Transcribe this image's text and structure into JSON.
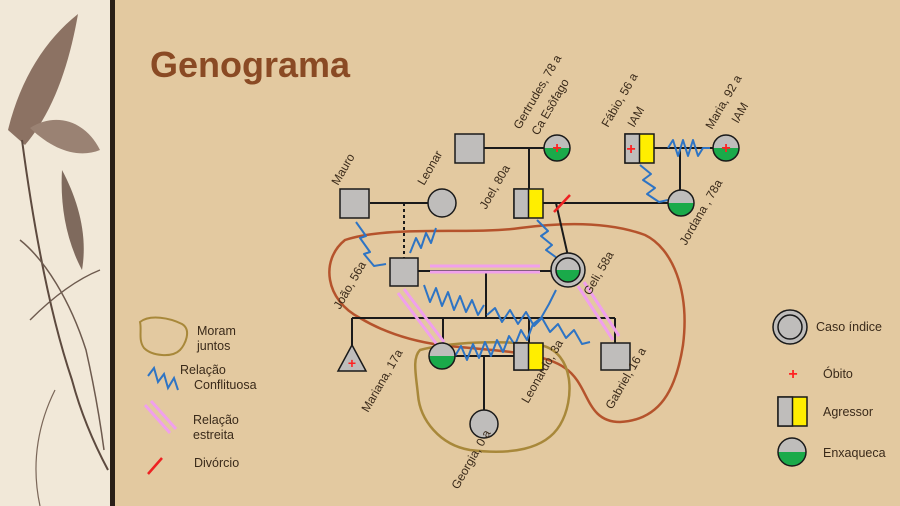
{
  "title": "Genograma",
  "people": {
    "gertrudes": "Gertrudes, 78 a",
    "gertrudes_note": "Ca Esôfago",
    "fabio": "Fábio, 56 a",
    "fabio_note": "IAM",
    "maria": "Maria, 92 a",
    "maria_note": "IAM",
    "mauro": "Mauro",
    "leonar": "Leonar",
    "joel": "Joel, 80a",
    "jordana": "Jordana , 78a",
    "joao": "João, 56a",
    "geli": "Geli, 58a",
    "mariana": "Mariana, 17a",
    "leonardo": "Leonardo, 3a",
    "gabriel": "Gabriel, 16 a",
    "georgia": "Georgia, 0 a"
  },
  "legend_left": {
    "moram_1": "Moram",
    "moram_2": "juntos",
    "conflito_1": "Relação",
    "conflito_2": "Conflituosa",
    "estreita_1": "Relação",
    "estreita_2": "estreita",
    "divorcio": "Divórcio"
  },
  "legend_right": {
    "caso": "Caso índice",
    "obito": "Óbito",
    "agressor": "Agressor",
    "enxaqueca": "Enxaqueca"
  },
  "colors": {
    "background": "#e3c9a0",
    "title": "#8a4a24",
    "node_fill": "#bfbdbb",
    "aggressor": "#ffee00",
    "migraine": "#1aaa4a",
    "death": "#ff2222",
    "conflict": "#2e74c4",
    "close_relation": "#f0a0ec",
    "household_brown": "#b5532c",
    "household_olive": "#a8883a",
    "divorce": "#ee2222"
  }
}
